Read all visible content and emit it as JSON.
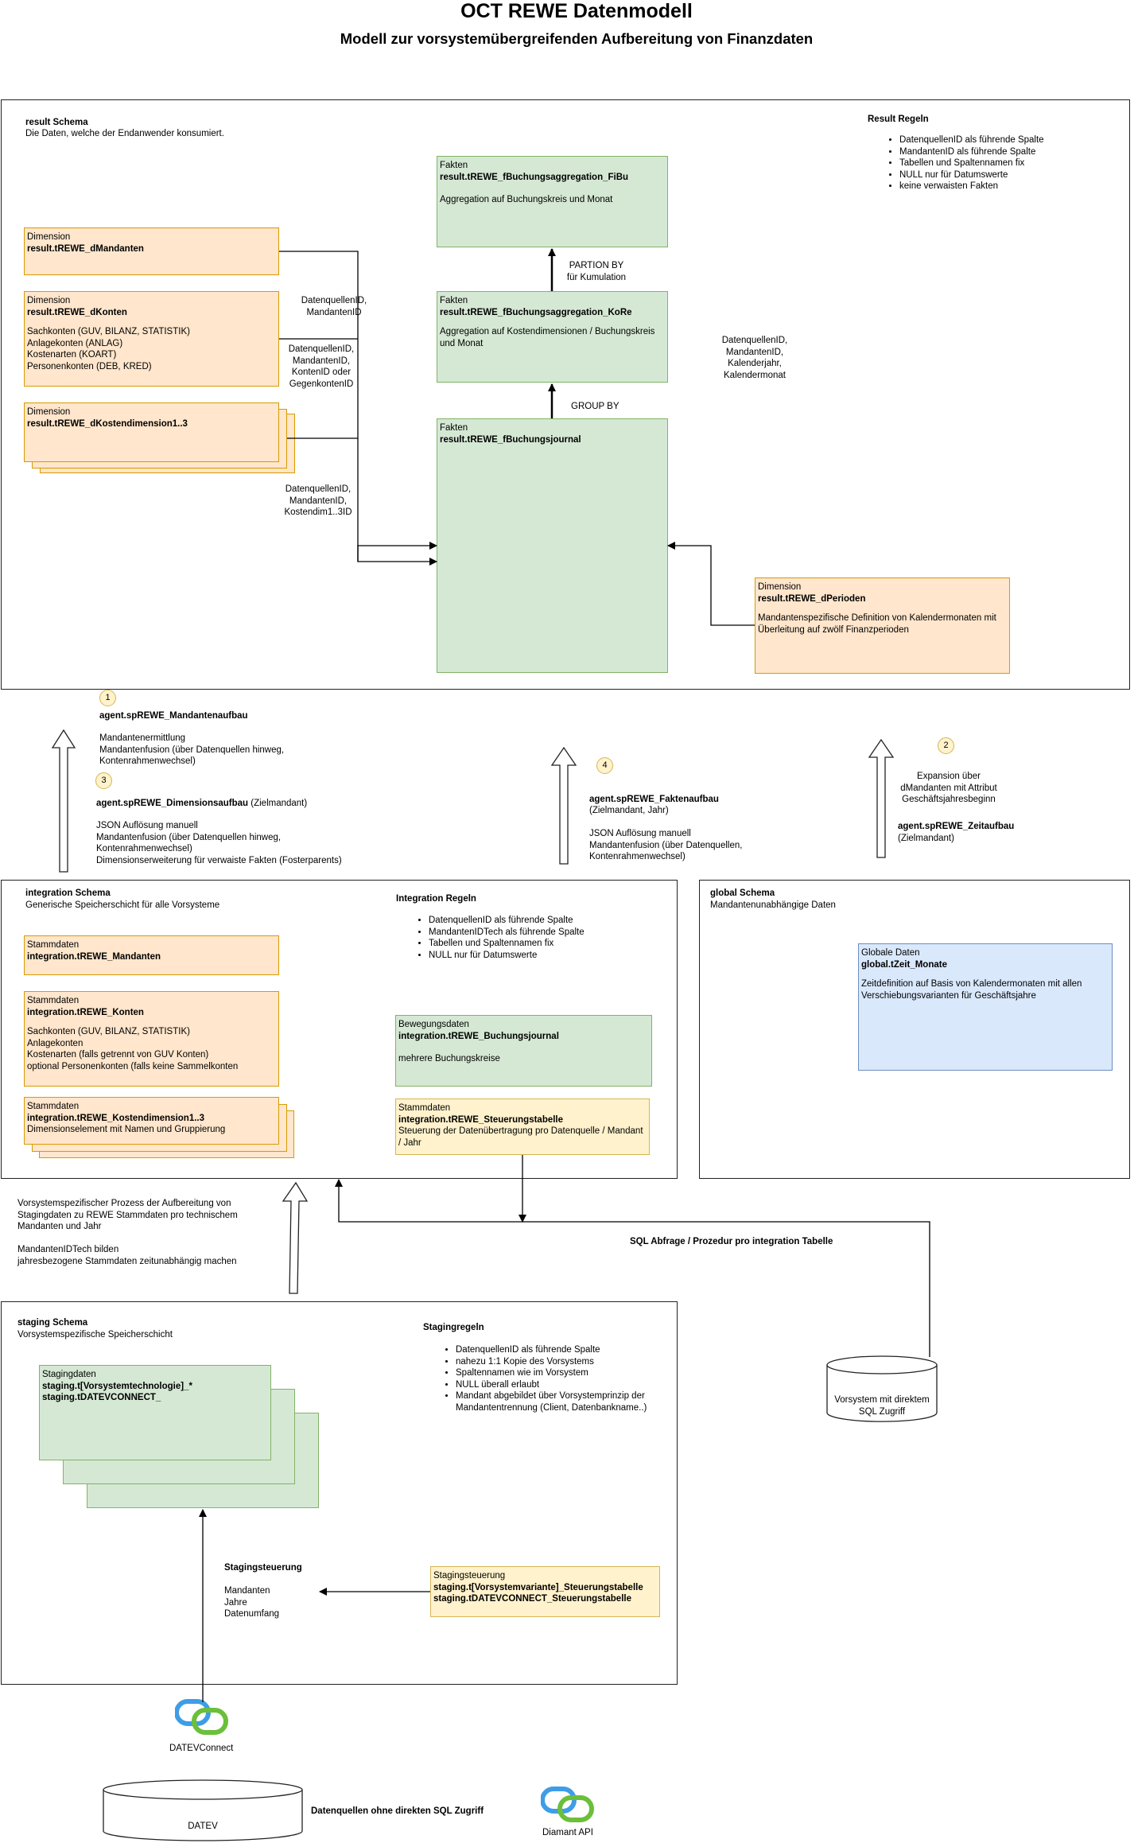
{
  "title": "OCT  REWE Datenmodell",
  "subtitle": "Modell zur vorsystemübergreifenden Aufbereitung von Finanzdaten",
  "result": {
    "heading": "result Schema",
    "desc": "Die Daten, welche der  Endanwender konsumiert.",
    "rules_title": "Result Regeln",
    "rules": [
      "DatenquellenID als führende Spalte",
      "MandantenID als führende Spalte",
      "Tabellen und Spaltennamen fix",
      "NULL nur für Datumswerte",
      "keine verwaisten Fakten"
    ],
    "dMandanten": {
      "type": "Dimension",
      "name": "result.tREWE_dMandanten"
    },
    "dKonten": {
      "type": "Dimension",
      "name": "result.tREWE_dKonten",
      "lines": "Sachkonten (GUV, BILANZ, STATISTIK)\nAnlagekonten (ANLAG)\nKostenarten (KOART)\nPersonenkonten (DEB, KRED)"
    },
    "dKostendimension": {
      "type": "Dimension",
      "name": "result.tREWE_dKostendimension1..3"
    },
    "fFiBu": {
      "type": "Fakten",
      "name": "result.tREWE_fBuchungsaggregation_FiBu",
      "desc": "Aggregation auf Buchungskreis und Monat"
    },
    "fKoRe": {
      "type": "Fakten",
      "name": "result.tREWE_fBuchungsaggregation_KoRe",
      "desc": "Aggregation auf Kostendimensionen / Buchungskreis und Monat"
    },
    "fJournal": {
      "type": "Fakten",
      "name": "result.tREWE_fBuchungsjournal"
    },
    "dPerioden": {
      "type": "Dimension",
      "name": "result.tREWE_dPerioden",
      "desc": "Mandantenspezifische Definition von Kalendermonaten mit Überleitung auf zwölf Finanzperioden"
    },
    "label_partition": "PARTION BY\nfür Kumulation",
    "label_groupby": "GROUP BY",
    "label_keys1": "DatenquellenID,\nMandantenID",
    "label_keys2": "DatenquellenID,\nMandantenID,\nKontenID oder\nGegenkontenID",
    "label_keys3": "DatenquellenID,\nMandantenID,\nKostendim1..3ID",
    "label_keys4": "DatenquellenID,\nMandantenID,\nKalenderjahr,\nKalendermonat"
  },
  "agents": {
    "a1_num": "1",
    "a1_name": "agent.spREWE_Mandantenaufbau",
    "a1_desc": "Mandantenermittlung\nMandantenfusion (über Datenquellen hinweg,\nKontenrahmenwechsel)",
    "a3_num": "3",
    "a3_name": "agent.spREWE_Dimensionsaufbau",
    "a3_suffix": " (Zielmandant)",
    "a3_desc": "JSON Auflösung manuell\nMandantenfusion (über Datenquellen hinweg,\nKontenrahmenwechsel)\nDimensionserweiterung für verwaiste Fakten (Fosterparents)",
    "a4_num": "4",
    "a4_name": "agent.spREWE_Faktenaufbau",
    "a4_desc": "(Zielmandant, Jahr)\n\nJSON Auflösung manuell\nMandantenfusion (über Datenquellen,\nKontenrahmenwechsel)",
    "a2_num": "2",
    "a2_pre": "Expansion über\ndMandanten mit Attribut\nGeschäftsjahresbeginn",
    "a2_name": "agent.spREWE_Zeitaufbau",
    "a2_desc": "(Zielmandant)"
  },
  "integration": {
    "heading": "integration Schema",
    "desc": "Generische Speicherschicht für alle Vorsysteme",
    "rules_title": "Integration Regeln",
    "rules": [
      "DatenquellenID als führende Spalte",
      "MandantenIDTech als führende Spalte",
      "Tabellen und Spaltennamen fix",
      "NULL nur für Datumswerte"
    ],
    "mandanten": {
      "type": "Stammdaten",
      "name": "integration.tREWE_Mandanten"
    },
    "konten": {
      "type": "Stammdaten",
      "name": "integration.tREWE_Konten",
      "lines": "Sachkonten (GUV, BILANZ, STATISTIK)\nAnlagekonten\nKostenarten (falls getrennt von GUV Konten)\noptional Personenkonten (falls keine Sammelkonten"
    },
    "kostendim": {
      "type": "Stammdaten",
      "name": "integration.tREWE_Kostendimension1..3",
      "desc": "Dimensionselement mit Namen und Gruppierung"
    },
    "journal": {
      "type": "Bewegungsdaten",
      "name": "integration.tREWE_Buchungsjournal",
      "desc": "mehrere Buchungskreise"
    },
    "steuerung": {
      "type": "Stammdaten",
      "name": "integration.tREWE_Steuerungstabelle",
      "desc": "Steuerung der Datenübertragung pro Datenquelle / Mandant / Jahr"
    }
  },
  "global": {
    "heading": "global Schema",
    "desc": "Mandantenunabhängige Daten",
    "box": {
      "type": "Globale Daten",
      "name": "global.tZeit_Monate",
      "desc": "Zeitdefinition auf Basis von Kalendermonaten mit allen Verschiebungsvarianten für Geschäftsjahre"
    }
  },
  "between": {
    "process": "Vorsystemspezifischer Prozess der Aufbereitung von\nStagingdaten zu REWE Stammdaten pro technischem\nMandanten und Jahr\n\nMandantenIDTech bilden\njahresbezogene Stammdaten zeitunabhängig machen",
    "sql": "SQL Abfrage / Prozedur pro integration Tabelle"
  },
  "staging": {
    "heading": "staging Schema",
    "desc": "Vorsystemspezifische Speicherschicht",
    "rules_title": "Stagingregeln",
    "rules": [
      "DatenquellenID als führende Spalte",
      "nahezu 1:1 Kopie des Vorsystems",
      "Spaltennamen wie im Vorsystem",
      "NULL überall erlaubt",
      "Mandant abgebildet über Vorsystemprinzip der Mandantentrennung (Client, Datenbankname..)"
    ],
    "data": {
      "type": "Stagingdaten",
      "name1": "staging.t[Vorsystemtechnologie]_*",
      "name2": "staging.tDATEVCONNECT_"
    },
    "ctrl_title": "Stagingsteuerung",
    "ctrl_lines": "Mandanten\nJahre\nDatenumfang",
    "ctrl_box": {
      "type": "Stagingsteuerung",
      "name1": "staging.t[Vorsystemvariante]_Steuerungstabelle",
      "name2": "staging.tDATEVCONNECT_Steuerungstabelle"
    }
  },
  "sources": {
    "vorsystem": "Vorsystem mit direktem\nSQL Zugriff",
    "datevconnect": "DATEVConnect",
    "datev": "DATEV",
    "ohne": "Datenquellen ohne direkten SQL Zugriff",
    "diamant": "Diamant API"
  },
  "colors": {
    "orange_fill": "#ffe6cc",
    "orange_border": "#d79b00",
    "green_fill": "#d5e8d4",
    "green_border": "#82b366",
    "yellow_fill": "#fff2cc",
    "blue_fill": "#dae8fc",
    "logo_blue": "#3e9de6",
    "logo_green": "#6bbf3a"
  }
}
